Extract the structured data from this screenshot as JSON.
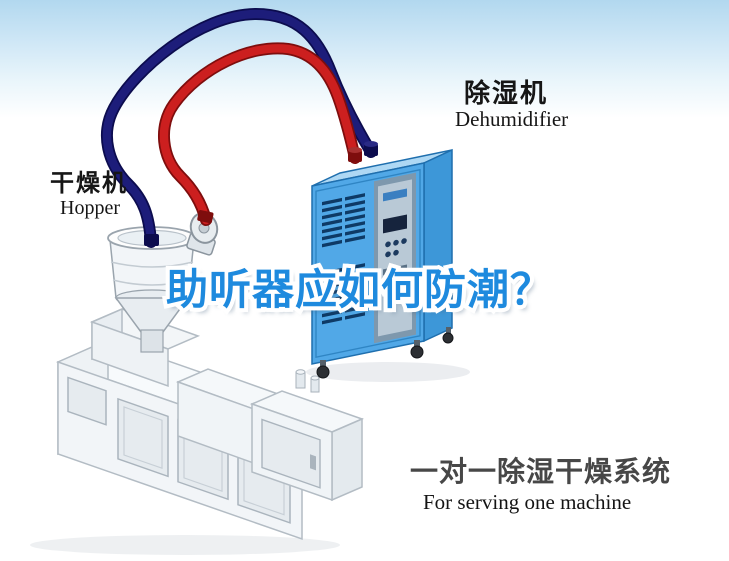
{
  "title": {
    "text": "助听器应如何防潮？",
    "color": "#1e8ade"
  },
  "machines": {
    "hopper": {
      "label_cn": "干燥机",
      "label_en": "Hopper"
    },
    "dehumidifier": {
      "label_cn": "除湿机",
      "label_en": "Dehumidifier"
    }
  },
  "caption": {
    "cn": "一对一除湿干燥系统",
    "en": "For serving one machine"
  },
  "pipes": {
    "supply_color": "#1d1d7a",
    "return_color": "#cc1f1f"
  },
  "background": {
    "sky_color": "#b2d8ef"
  },
  "icons": {
    "hopper_funnel": "hopper-funnel-icon",
    "dehumidifier_cabinet": "dehumidifier-cabinet-icon",
    "pipe_supply": "supply-pipe-icon",
    "pipe_return": "return-pipe-icon"
  }
}
